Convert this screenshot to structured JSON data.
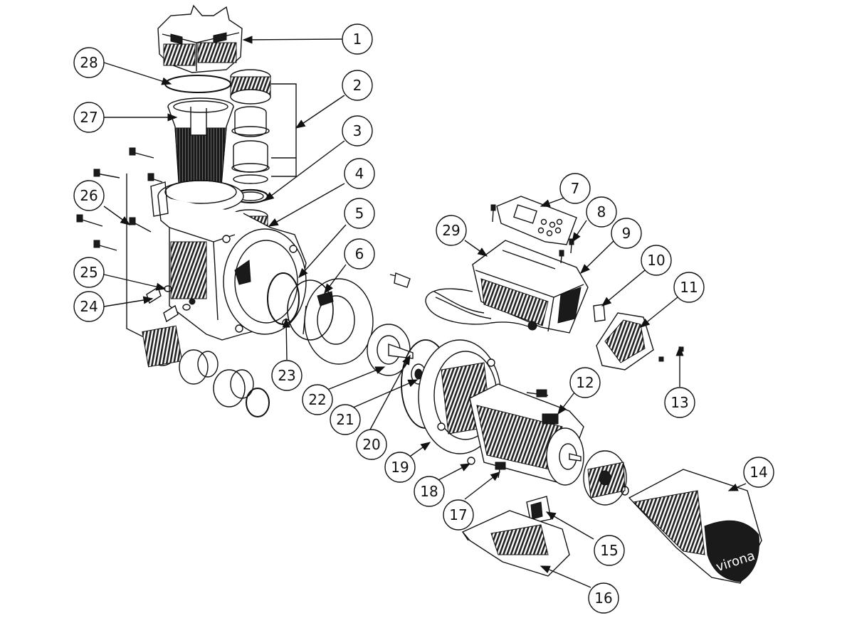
{
  "diagram": {
    "brand_text": "virona",
    "callouts": [
      {
        "label": "1"
      },
      {
        "label": "2"
      },
      {
        "label": "3"
      },
      {
        "label": "4"
      },
      {
        "label": "5"
      },
      {
        "label": "6"
      },
      {
        "label": "7"
      },
      {
        "label": "8"
      },
      {
        "label": "9"
      },
      {
        "label": "10"
      },
      {
        "label": "11"
      },
      {
        "label": "12"
      },
      {
        "label": "13"
      },
      {
        "label": "14"
      },
      {
        "label": "15"
      },
      {
        "label": "16"
      },
      {
        "label": "17"
      },
      {
        "label": "18"
      },
      {
        "label": "19"
      },
      {
        "label": "20"
      },
      {
        "label": "21"
      },
      {
        "label": "22"
      },
      {
        "label": "23"
      },
      {
        "label": "24"
      },
      {
        "label": "25"
      },
      {
        "label": "26"
      },
      {
        "label": "27"
      },
      {
        "label": "28"
      },
      {
        "label": "29"
      }
    ]
  }
}
